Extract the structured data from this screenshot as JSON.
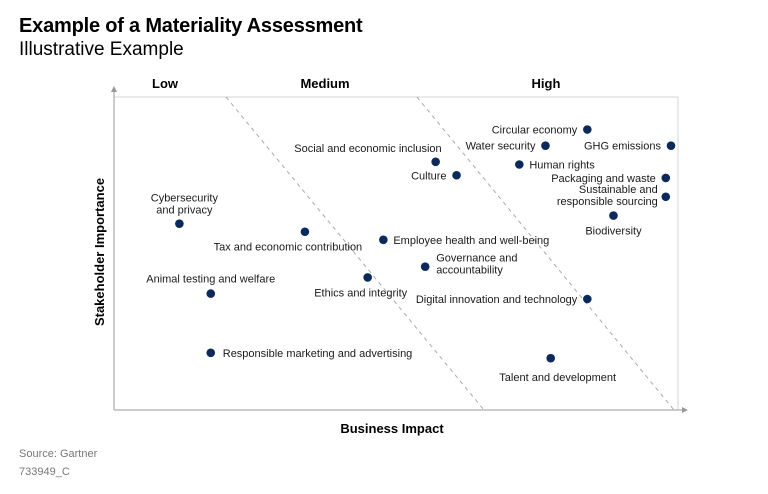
{
  "title": "Example of a Materiality Assessment",
  "subtitle": "Illustrative Example",
  "source": "Source: Gartner",
  "doc_id": "733949_C",
  "colors": {
    "point": "#0b2a5b",
    "axis": "#999999",
    "divider": "#aaaaaa",
    "text": "#1a1a1a"
  },
  "chart_data": {
    "type": "scatter",
    "xlabel": "Business Impact",
    "ylabel": "Stakeholder Importance",
    "xlim": [
      0,
      100
    ],
    "ylim": [
      0,
      100
    ],
    "grid": false,
    "zones": [
      "Low",
      "Medium",
      "High"
    ],
    "points": [
      {
        "label": "Circular economy",
        "x": 84,
        "y": 92
      },
      {
        "label": "Water security",
        "x": 76,
        "y": 86
      },
      {
        "label": "GHG emissions",
        "x": 100,
        "y": 86
      },
      {
        "label": "Social and economic inclusion",
        "x": 55,
        "y": 80
      },
      {
        "label": "Human rights",
        "x": 71,
        "y": 79
      },
      {
        "label": "Culture",
        "x": 59,
        "y": 75
      },
      {
        "label": "Packaging and waste",
        "x": 99,
        "y": 74
      },
      {
        "label": "Sustainable and responsible sourcing",
        "x": 99,
        "y": 67
      },
      {
        "label": "Biodiversity",
        "x": 89,
        "y": 60
      },
      {
        "label": "Cybersecurity and privacy",
        "x": 6,
        "y": 57
      },
      {
        "label": "Tax and economic contribution",
        "x": 30,
        "y": 54
      },
      {
        "label": "Employee health and well-being",
        "x": 45,
        "y": 51
      },
      {
        "label": "Governance and accountability",
        "x": 53,
        "y": 41
      },
      {
        "label": "Animal testing and welfare",
        "x": 12,
        "y": 31
      },
      {
        "label": "Ethics and integrity",
        "x": 42,
        "y": 37
      },
      {
        "label": "Digital innovation and technology",
        "x": 84,
        "y": 29
      },
      {
        "label": "Responsible marketing and advertising",
        "x": 12,
        "y": 9
      },
      {
        "label": "Talent and development",
        "x": 77,
        "y": 7
      }
    ]
  }
}
